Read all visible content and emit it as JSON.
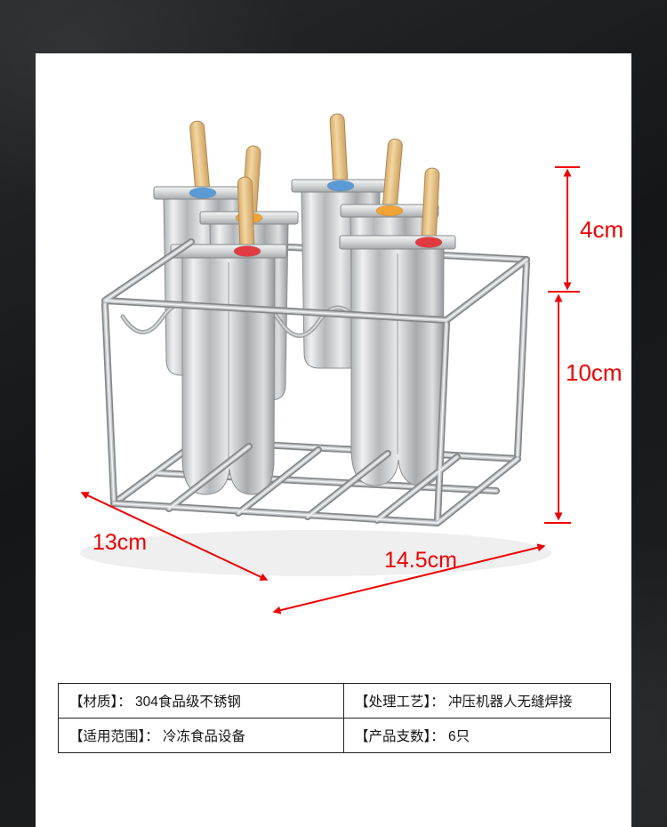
{
  "background": {
    "color": "#1a1b1e"
  },
  "panel": {
    "color": "#ffffff"
  },
  "annotations": {
    "color": "#ee0000",
    "cap_height": "4cm",
    "mold_height": "10cm",
    "rack_depth": "13cm",
    "rack_width": "14.5cm"
  },
  "product": {
    "ring_colors": {
      "blue": "#5b9bd5",
      "orange": "#f0a435",
      "red": "#e23b3f"
    },
    "stick_color": "#ecc88f",
    "metal_color": "#c8cbcd"
  },
  "spec_table": {
    "rows": [
      {
        "cells": [
          {
            "text": "【材质】： 304食品级不锈钢"
          },
          {
            "text": "【处理工艺】： 冲压机器人无缝焊接"
          }
        ]
      },
      {
        "cells": [
          {
            "text": "【适用范围】： 冷冻食品设备"
          },
          {
            "text": "【产品支数】： 6只"
          }
        ]
      }
    ]
  }
}
